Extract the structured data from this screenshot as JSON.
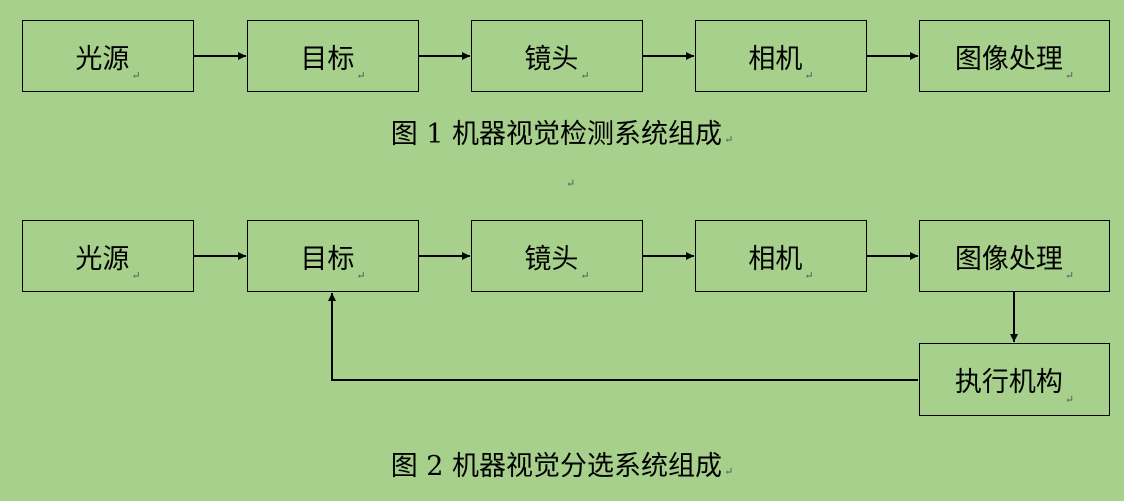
{
  "para_mark": "↵",
  "figure1": {
    "nodes": [
      "光源",
      "目标",
      "镜头",
      "相机",
      "图像处理"
    ],
    "caption": "图 1  机器视觉检测系统组成"
  },
  "figure2": {
    "nodes": [
      "光源",
      "目标",
      "镜头",
      "相机",
      "图像处理"
    ],
    "extra_node": "执行机构",
    "caption": "图 2  机器视觉分选系统组成"
  },
  "colors": {
    "background": "#a8d08d",
    "stroke": "#000000"
  }
}
